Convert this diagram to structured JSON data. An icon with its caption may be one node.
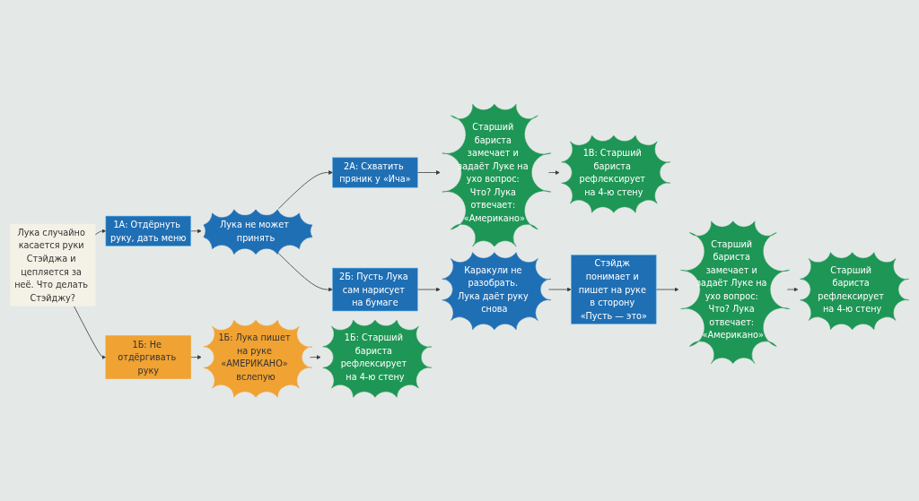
{
  "diagram": {
    "nodes": [
      {
        "text": [
          "Лука случайно касается руки Стэйджа и цепляется за неё. Что делать Стэйджу?"
        ]
      },
      {
        "text": [
          "1А: Отдёрнуть руку, дать меню"
        ]
      },
      {
        "text": [
          "Лука не может принять"
        ]
      },
      {
        "text": [
          "2А: Схватить пряник у «Ича»"
        ]
      },
      {
        "text": [
          "Старший бариста замечает и задаёт Луке на ухо вопрос: Что? Лука отвечает: «Американо»"
        ]
      },
      {
        "text": [
          "1В: Старший бариста рефлексирует на 4-ю стену"
        ]
      },
      {
        "text": [
          "2Б: Пусть Лука сам нарисует на бумаге"
        ]
      },
      {
        "text": [
          "Каракули не разобрать. Лука даёт руку снова"
        ]
      },
      {
        "text": [
          "Стэйдж понимает и пишет на руке в сторону «Пусть — это»"
        ]
      },
      {
        "text": [
          "Старший бариста замечает и задаёт Луке на ухо вопрос: Что? Лука отвечает: «Американо»"
        ]
      },
      {
        "text": [
          "Старший бариста рефлексирует на 4-ю стену"
        ]
      },
      {
        "text": [
          "1Б: Не отдёргивать руку"
        ]
      },
      {
        "text": [
          "1Б: Лука пишет на руке «АМЕРИКАНО» вслепую"
        ]
      },
      {
        "text": [
          "1Б: Старший бариста рефлексирует на 4-ю стену"
        ]
      }
    ],
    "edges": [
      {
        "from": 0,
        "to": 1,
        "arrow": "to"
      },
      {
        "from": 1,
        "to": 2,
        "arrow": "to"
      },
      {
        "from": 2,
        "to": 3,
        "arrow": "to"
      },
      {
        "from": 2,
        "to": 6,
        "arrow": "to"
      },
      {
        "from": 3,
        "to": 4,
        "arrow": "to"
      },
      {
        "from": 4,
        "to": 5,
        "arrow": "to"
      },
      {
        "from": 6,
        "to": 7,
        "arrow": "to"
      },
      {
        "from": 7,
        "to": 8,
        "arrow": "to"
      },
      {
        "from": 8,
        "to": 9,
        "arrow": "to"
      },
      {
        "from": 9,
        "to": 10,
        "arrow": "to"
      },
      {
        "from": 0,
        "to": 11,
        "arrow": "to"
      },
      {
        "from": 11,
        "to": 12,
        "arrow": "to"
      },
      {
        "from": 12,
        "to": 13,
        "arrow": "to"
      }
    ]
  }
}
